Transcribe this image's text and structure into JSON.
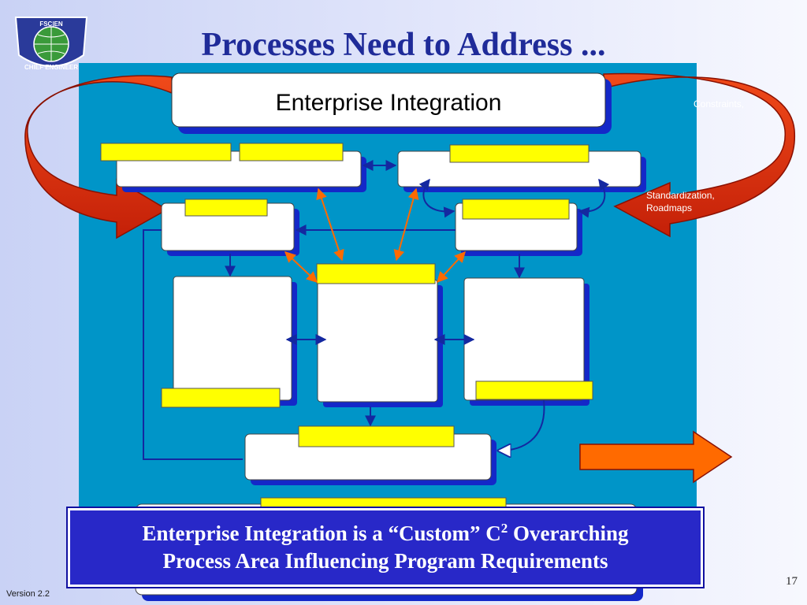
{
  "slide": {
    "title": "Processes Need to Address ...",
    "page_number": "17",
    "version": "Version 2.2"
  },
  "logo": {
    "top_text": "FSC|EN",
    "bottom_text": "CHIEF ENGINEER"
  },
  "diagram": {
    "main_box_label": "Enterprise Integration",
    "constraints_label": "Constraints,",
    "standardization_label": "Standardization,",
    "roadmaps_label": "Roadmaps"
  },
  "callout": {
    "line1_prefix": "Enterprise Integration is a “Custom” C",
    "line1_superscript": "2",
    "line1_suffix": " Overarching",
    "line2": "Process Area Influencing Program Requirements"
  },
  "colors": {
    "title": "#1f2b99",
    "panel": "#0095c8",
    "yellow_label": "#ffff00",
    "arrow_red": "#e83010",
    "arrow_orange": "#ff6a00",
    "connector_blue": "#1428a0",
    "callout_bg": "#2828c8"
  }
}
